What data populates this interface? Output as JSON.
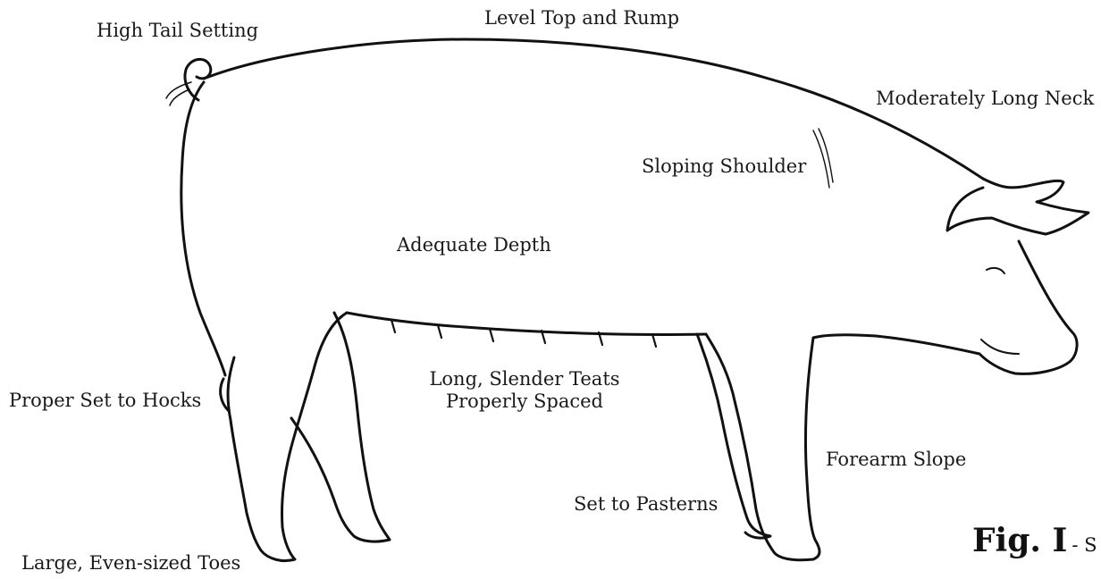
{
  "diagram": {
    "labels": {
      "high_tail_setting": "High Tail Setting",
      "level_top_rump": "Level Top and Rump",
      "moderately_long_neck": "Moderately Long Neck",
      "sloping_shoulder": "Sloping Shoulder",
      "adequate_depth": "Adequate Depth",
      "proper_set_hocks": "Proper Set to Hocks",
      "long_slender_teats_line1": "Long, Slender Teats",
      "long_slender_teats_line2": "Properly Spaced",
      "forearm_slope": "Forearm Slope",
      "set_to_pasterns": "Set to Pasterns",
      "large_even_toes": "Large, Even-sized Toes"
    },
    "figure": {
      "number": "Fig. I",
      "caption": "- S"
    }
  }
}
